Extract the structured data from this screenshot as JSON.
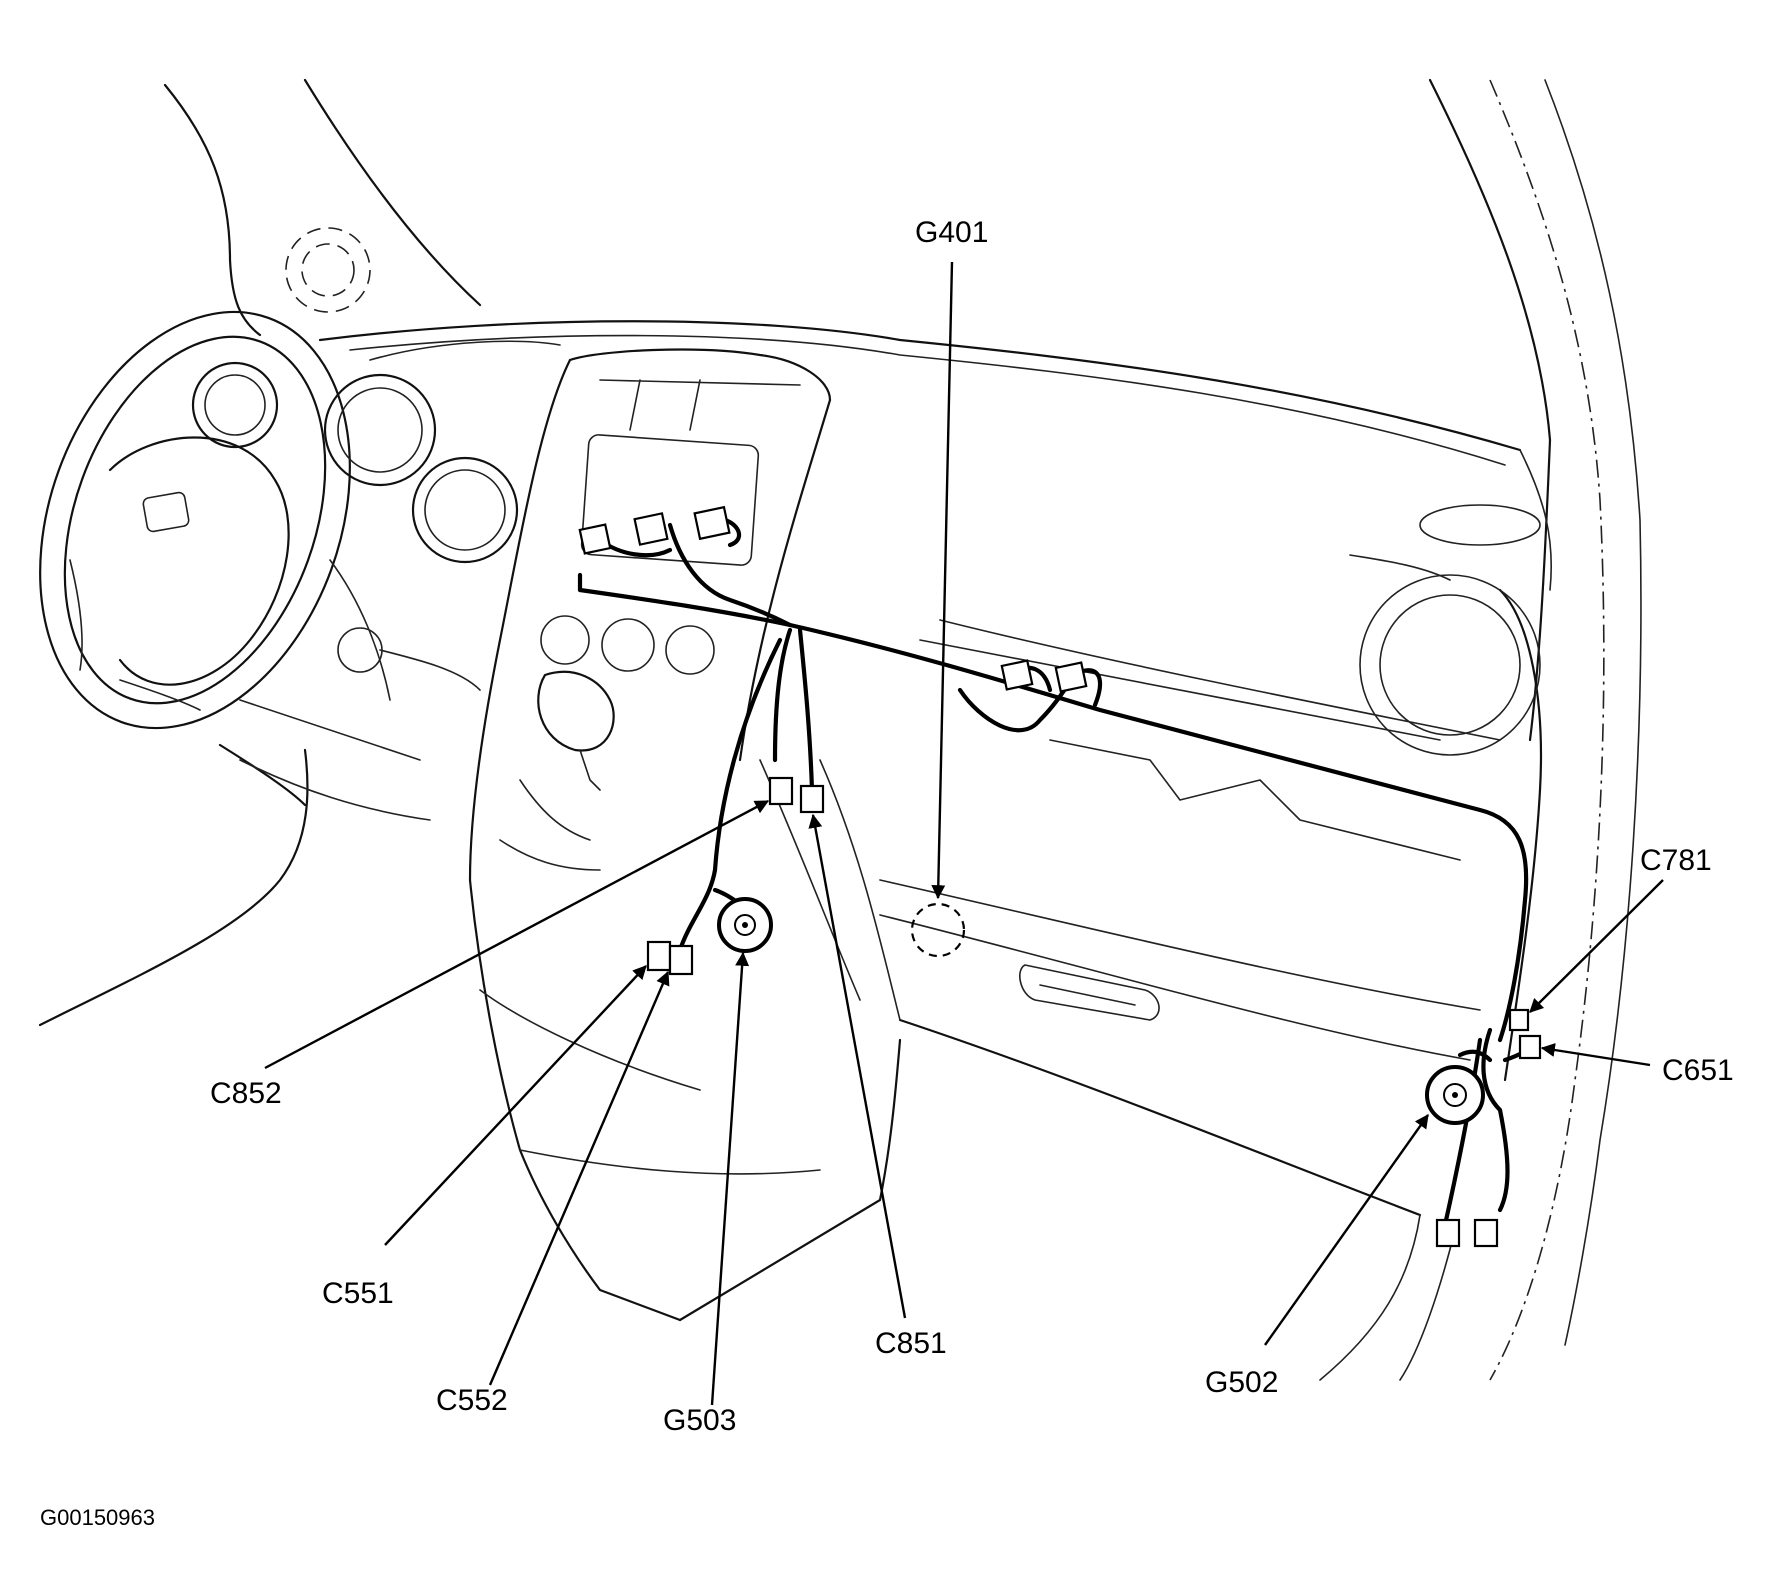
{
  "labels": {
    "G401": "G401",
    "C781": "C781",
    "C651": "C651",
    "C852": "C852",
    "C551": "C551",
    "C552": "C552",
    "G503": "G503",
    "C851": "C851",
    "G502": "G502"
  },
  "figure_code": "G00150963"
}
